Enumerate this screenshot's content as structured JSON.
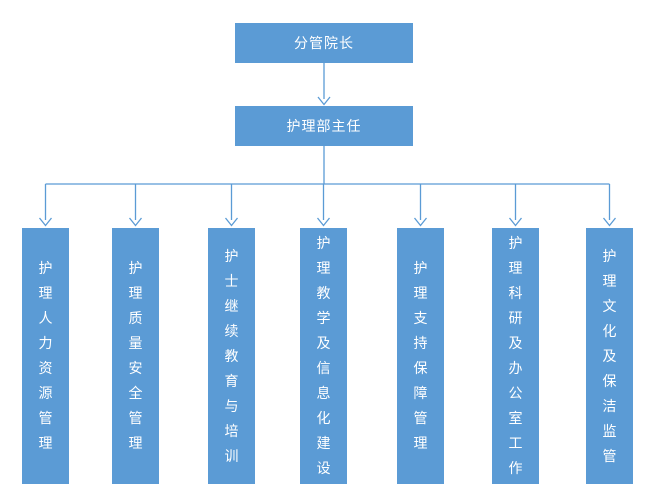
{
  "page": {
    "background_color": "#ffffff"
  },
  "colors": {
    "node_fill": "#5B9BD5",
    "node_text": "#ffffff",
    "connector": "#5B9BD5"
  },
  "org_chart": {
    "root": {
      "label": "分管院长"
    },
    "manager": {
      "label": "护理部主任"
    },
    "departments": [
      {
        "label": "护理人力资源管理"
      },
      {
        "label": "护理质量安全管理"
      },
      {
        "label": "护士继续教育与培训"
      },
      {
        "label": "护理教学及信息化建设"
      },
      {
        "label": "护理支持保障管理"
      },
      {
        "label": "护理科研及办公室工作"
      },
      {
        "label": "护理文化及保洁监管"
      }
    ]
  }
}
